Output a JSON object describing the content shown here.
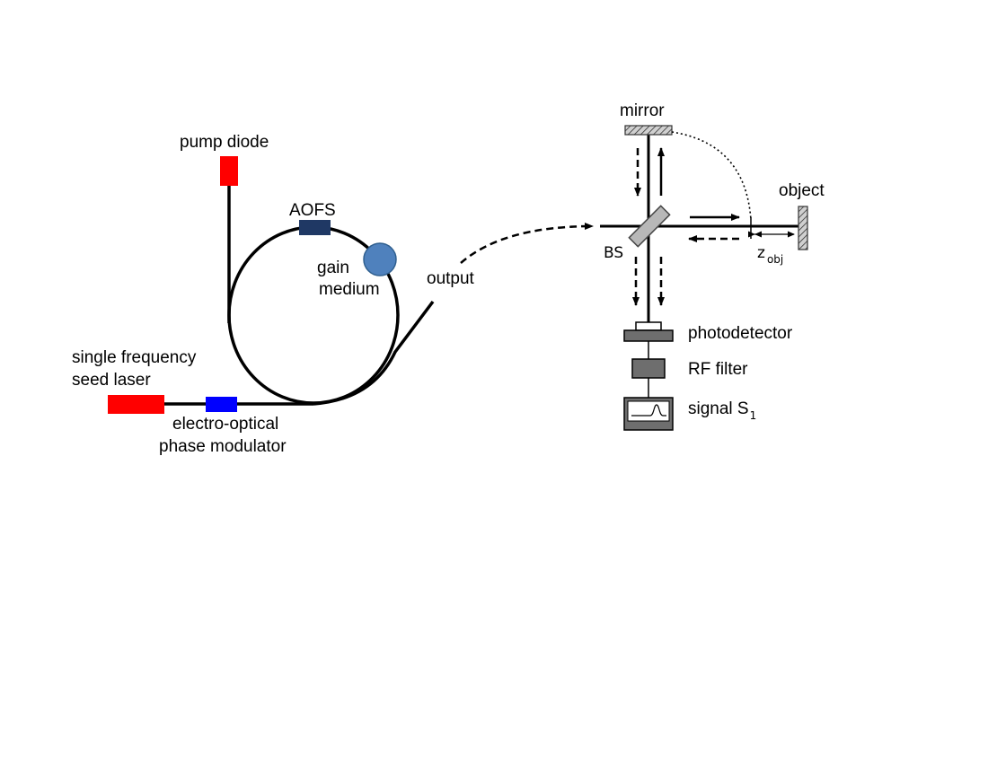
{
  "colors": {
    "seed_laser": "#ff0000",
    "pump_diode": "#ff0000",
    "phase_modulator": "#0000ff",
    "aofs": "#1f3864",
    "gain_medium": "#4f81bd",
    "gain_medium_stroke": "#2f5f8f",
    "line": "#000000",
    "optics_gray": "#9a9a9a",
    "detector_gray": "#6e6e6e"
  },
  "icons": {
    "mirror": "hatched-mirror-icon",
    "object": "hatched-object-icon",
    "signal": "oscilloscope-pulse-icon"
  },
  "labels": {
    "pump_diode": "pump diode",
    "aofs": "AOFS",
    "gain_line1": "gain",
    "gain_line2": "medium",
    "output": "output",
    "seed_line1": "single frequency",
    "seed_line2": "seed laser",
    "eo_line1": "electro-optical",
    "eo_line2": "phase modulator",
    "mirror": "mirror",
    "object": "object",
    "bs": "BS",
    "z_main": "z",
    "z_sub": "obj",
    "photodetector": "photodetector",
    "rf_filter": "RF filter",
    "signal_main": "signal S",
    "signal_sub": "1"
  }
}
